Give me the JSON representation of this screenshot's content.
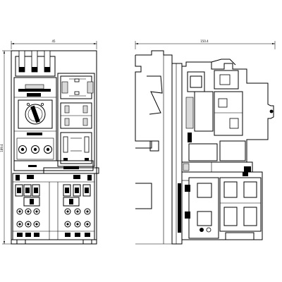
{
  "front_view": {
    "width_dimension_label": "45",
    "height_dimension_label": "189.4"
  },
  "side_view": {
    "depth_dimension_label": "150.4"
  },
  "colors": {
    "line": "#000000",
    "fill": "#ffffff",
    "shade": "#d9d9d9"
  }
}
